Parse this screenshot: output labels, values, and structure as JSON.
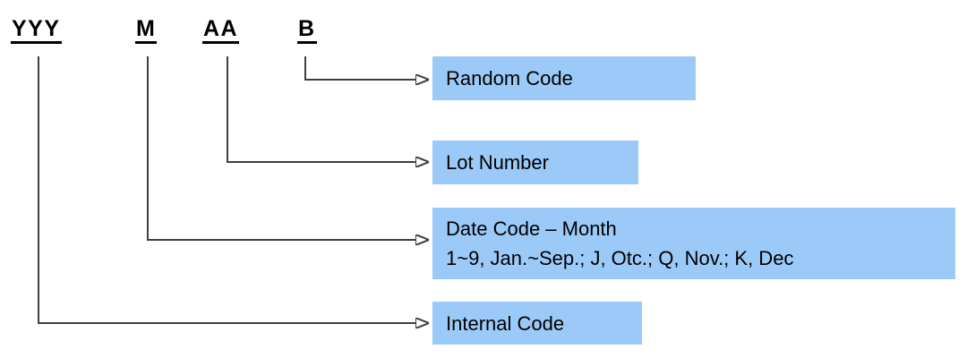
{
  "symbols": {
    "internal": "YYY",
    "month": "M",
    "lot": "AA",
    "random": "B"
  },
  "labels": {
    "random_code": "Random Code",
    "lot_number": "Lot Number",
    "date_code_line1": "Date Code – Month",
    "date_code_line2": "1~9, Jan.~Sep.; J, Otc.; Q, Nov.; K, Dec",
    "internal_code": "Internal Code"
  },
  "colors": {
    "box_fill": "#9CCAF8",
    "connector_line": "#3F3F3F",
    "arrowhead": "#000000",
    "text": "#000000",
    "underline": "#000000",
    "background": "#FFFFFF"
  }
}
